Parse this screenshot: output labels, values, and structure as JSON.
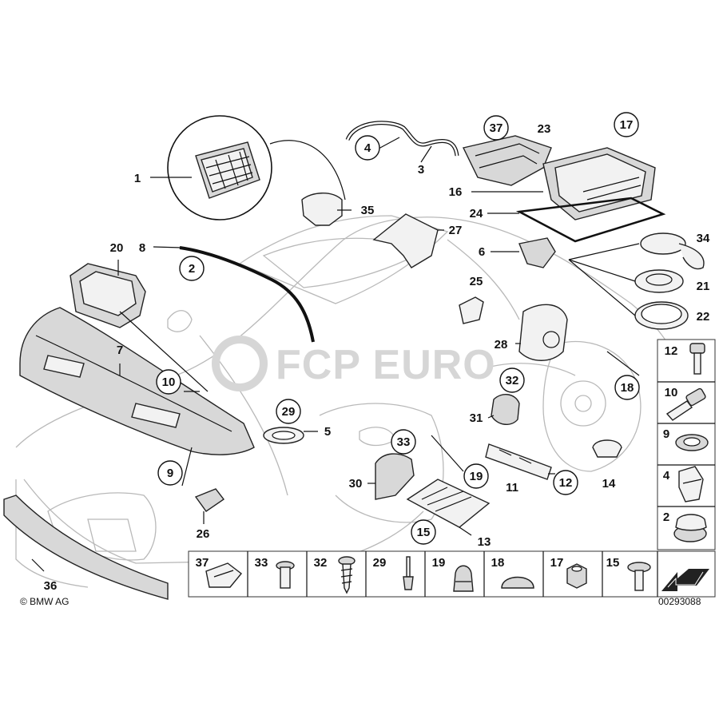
{
  "diagram": {
    "watermark": "FCP EURO",
    "copyright": "© BMW AG",
    "drawing_number": "00293088",
    "callouts": {
      "c1": "1",
      "c2": "2",
      "c3": "3",
      "c4": "4",
      "c5": "5",
      "c6": "6",
      "c7": "7",
      "c8": "8",
      "c9": "9",
      "c10": "10",
      "c11": "11",
      "c12": "12",
      "c13": "13",
      "c14": "14",
      "c15": "15",
      "c16": "16",
      "c17": "17",
      "c18": "18",
      "c19": "19",
      "c20": "20",
      "c21": "21",
      "c22": "22",
      "c23": "23",
      "c24": "24",
      "c25": "25",
      "c26": "26",
      "c27": "27",
      "c28": "28",
      "c29": "29",
      "c30": "30",
      "c31": "31",
      "c32": "32",
      "c33": "33",
      "c34": "34",
      "c35": "35",
      "c36": "36",
      "c37": "37"
    },
    "side_legend": [
      "12",
      "10",
      "9",
      "4",
      "2"
    ],
    "bottom_legend": [
      "37",
      "33",
      "32",
      "29",
      "19",
      "18",
      "17",
      "15"
    ]
  }
}
